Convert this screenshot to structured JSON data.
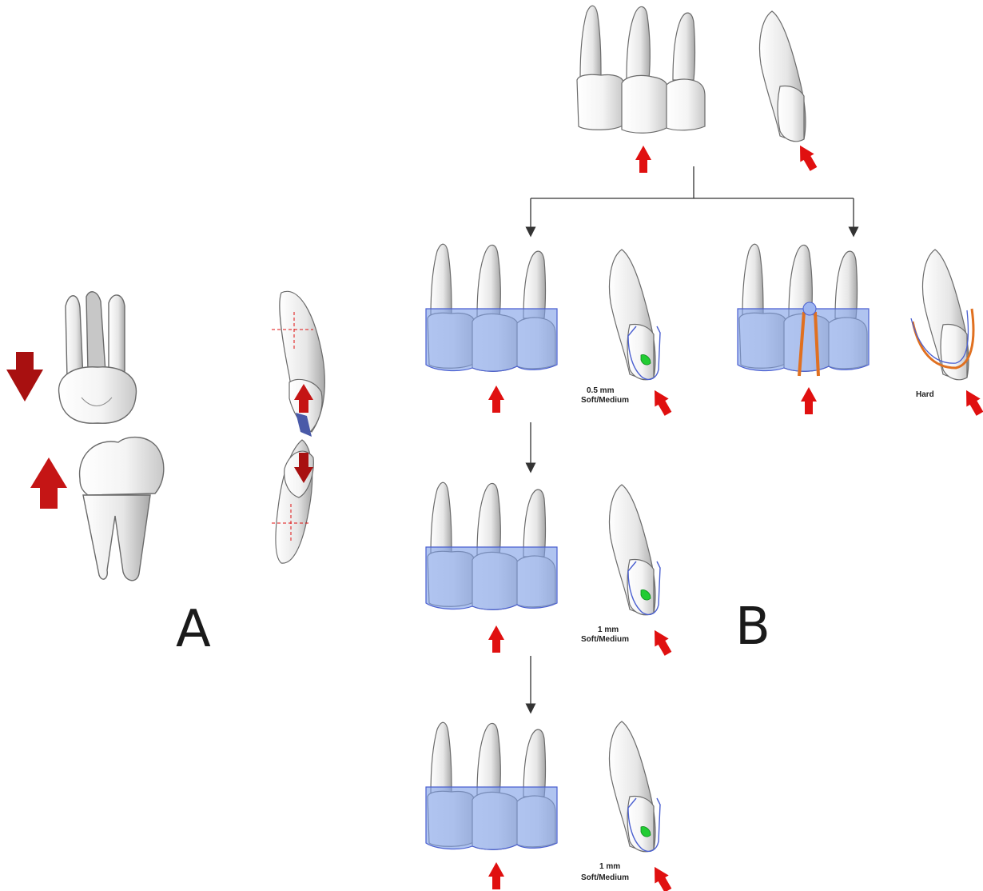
{
  "panels": {
    "a_label": "A",
    "b_label": "B"
  },
  "captions": {
    "step1_thickness": "0.5 mm",
    "step1_material": "Soft/Medium",
    "hard_material": "Hard",
    "step2_thickness": "1 mm",
    "step2_material": "Soft/Medium",
    "step3_thickness": "1 mm",
    "step3_material": "Soft/Medium"
  },
  "colors": {
    "force_arrow": "#e01010",
    "dark_force_arrow": "#a81010",
    "aligner_fill": "#7f9fe6",
    "aligner_stroke": "#4a5fd0",
    "attachment": "#22cc33",
    "wire": "#e07020",
    "tooth_outline": "#6b6b6b",
    "flow_arrow": "#333333"
  },
  "icons": [
    "tooth-illustration",
    "force-arrow",
    "aligner-tray",
    "attachment",
    "power-arm",
    "flow-arrow"
  ]
}
